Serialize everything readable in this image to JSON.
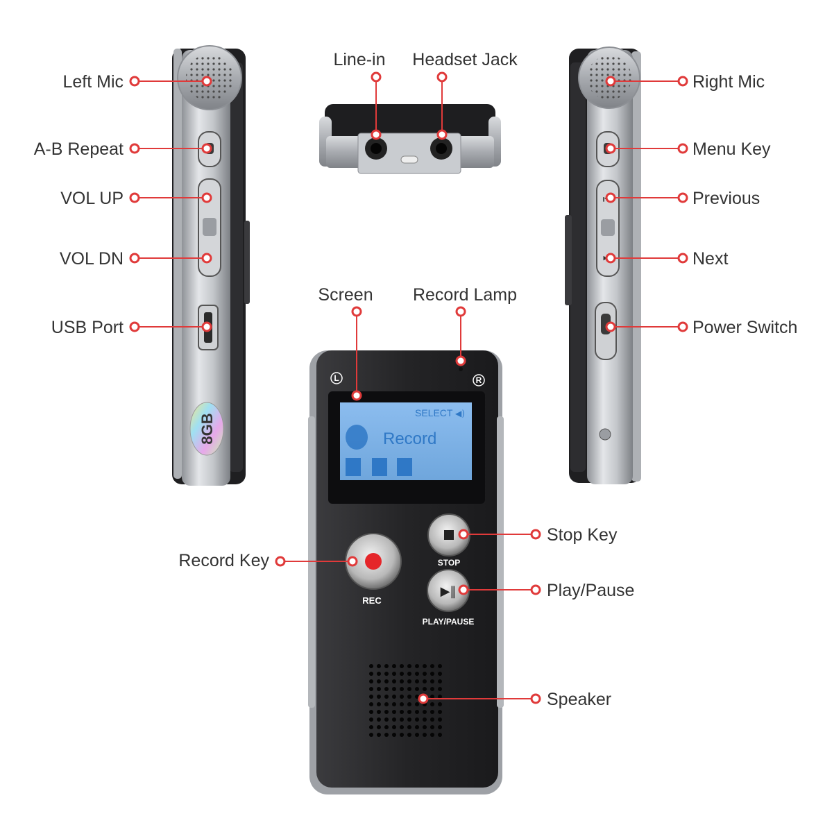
{
  "colors": {
    "accent": "#e03a3a",
    "label_text": "#333333",
    "device_body": "#1d1d1f",
    "device_metal": "#b9bcc1",
    "lcd_background": "#7fb3e6",
    "lcd_text": "#2f78c6",
    "record_button": "#e5262a"
  },
  "callouts": {
    "left_mic": "Left Mic",
    "ab_repeat": "A-B Repeat",
    "vol_up": "VOL UP",
    "vol_dn": "VOL DN",
    "usb_port": "USB Port",
    "line_in": "Line-in",
    "headset_jack": "Headset Jack",
    "right_mic": "Right Mic",
    "menu_key": "Menu Key",
    "previous": "Previous",
    "next": "Next",
    "power_switch": "Power Switch",
    "screen": "Screen",
    "record_lamp": "Record Lamp",
    "stop_key": "Stop Key",
    "record_key": "Record Key",
    "play_pause": "Play/Pause",
    "speaker": "Speaker"
  },
  "device": {
    "capacity_badge": "8GB",
    "left_indicator": "L",
    "right_indicator": "R",
    "lcd_select": "SELECT",
    "lcd_record": "Record",
    "stop_button_label": "STOP",
    "rec_button_label": "REC",
    "play_pause_button_label": "PLAY/PAUSE"
  }
}
